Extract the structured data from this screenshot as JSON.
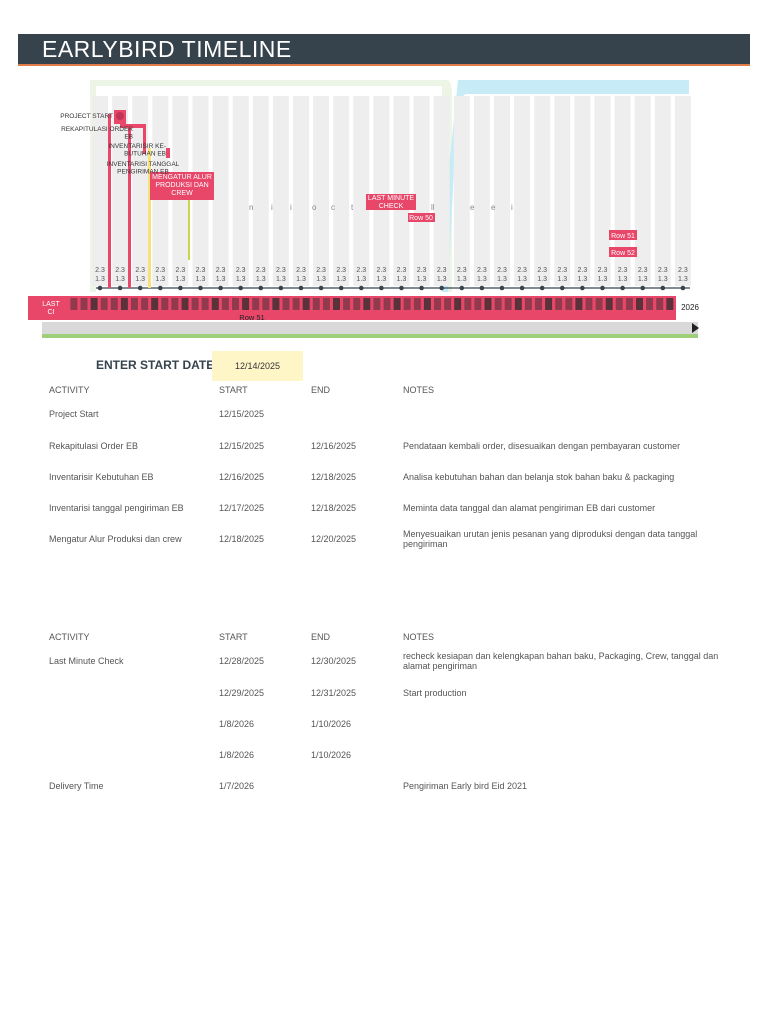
{
  "title": "EARLYBIRD TIMELINE",
  "start_date": {
    "label": "ENTER START DATE:",
    "value": "12/14/2025"
  },
  "timeline": {
    "milestones": [
      {
        "label": "PROJECT START",
        "kind": "pin"
      },
      {
        "label": "REKAPITULASI ORDER EB",
        "kind": "pin"
      },
      {
        "label": "INVENTARISIR KE-BUTUHAN EB",
        "kind": "pin"
      },
      {
        "label": "INVENTARISI TANGGAL PENGIRIMAN EB",
        "kind": "pin"
      },
      {
        "label": "MENGATUR ALUR PRODUKSI DAN CREW",
        "kind": "box"
      },
      {
        "label": "LAST MINUTE CHECK",
        "kind": "box"
      },
      {
        "label": "Row 50",
        "kind": "box"
      },
      {
        "label": "Row 51",
        "kind": "box"
      },
      {
        "label": "Row 52",
        "kind": "box"
      },
      {
        "label": "Row 51",
        "kind": "bottom"
      }
    ],
    "tick_labels": [
      "2.3 1.3"
    ],
    "year_label": "2026",
    "colors": {
      "accent": "#e8476a",
      "yellow": "#f7e27a",
      "blue": "#c7ebf7",
      "green": "#e6f2dc",
      "green_bar": "#9ed07a"
    }
  },
  "table1": {
    "headers": {
      "activity": "ACTIVITY",
      "start": "START",
      "end": "END",
      "notes": "NOTES"
    },
    "rows": [
      {
        "activity": "Project Start",
        "start": "12/15/2025",
        "end": "",
        "notes": ""
      },
      {
        "activity": "Rekapitulasi Order EB",
        "start": "12/15/2025",
        "end": "12/16/2025",
        "notes": "Pendataan kembali order, disesuaikan dengan pembayaran customer"
      },
      {
        "activity": "Inventarisir Kebutuhan EB",
        "start": "12/16/2025",
        "end": "12/18/2025",
        "notes": "Analisa kebutuhan bahan dan belanja stok bahan baku & packaging"
      },
      {
        "activity": "Inventarisi tanggal pengiriman EB",
        "start": "12/17/2025",
        "end": "12/18/2025",
        "notes": "Meminta data tanggal dan alamat pengiriman EB dari customer"
      },
      {
        "activity": "Mengatur Alur Produksi dan crew",
        "start": "12/18/2025",
        "end": "12/20/2025",
        "notes": "Menyesuaikan urutan jenis pesanan yang diproduksi dengan data tanggal pengiriman"
      }
    ]
  },
  "table2": {
    "headers": {
      "activity": "ACTIVITY",
      "start": "START",
      "end": "END",
      "notes": "NOTES"
    },
    "rows": [
      {
        "activity": "Last Minute Check",
        "start": "12/28/2025",
        "end": "12/30/2025",
        "notes": "recheck kesiapan dan kelengkapan bahan baku, Packaging, Crew, tanggal dan alamat pengiriman"
      },
      {
        "activity": "",
        "start": "12/29/2025",
        "end": "12/31/2025",
        "notes": "Start production"
      },
      {
        "activity": "",
        "start": "1/8/2026",
        "end": "1/10/2026",
        "notes": ""
      },
      {
        "activity": "",
        "start": "1/8/2026",
        "end": "1/10/2026",
        "notes": ""
      },
      {
        "activity": "Delivery Time",
        "start": "1/7/2026",
        "end": "",
        "notes": "Pengiriman Early bird Eid 2021"
      }
    ]
  }
}
